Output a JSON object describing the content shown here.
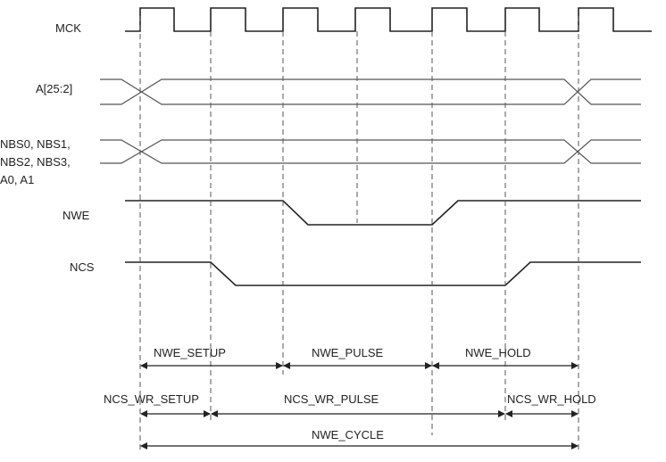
{
  "signals": {
    "mck": "MCK",
    "addr": "A[25:2]",
    "nbs_line1": "NBS0, NBS1,",
    "nbs_line2": "NBS2, NBS3,",
    "nbs_line3": "A0, A1",
    "nwe": "NWE",
    "ncs": "NCS"
  },
  "timings": {
    "nwe_setup": "NWE_SETUP",
    "nwe_pulse": "NWE_PULSE",
    "nwe_hold": "NWE_HOLD",
    "ncs_wr_setup": "NCS_WR_SETUP",
    "ncs_wr_pulse": "NCS_WR_PULSE",
    "ncs_wr_hold": "NCS_WR_HOLD",
    "nwe_cycle": "NWE_CYCLE"
  }
}
